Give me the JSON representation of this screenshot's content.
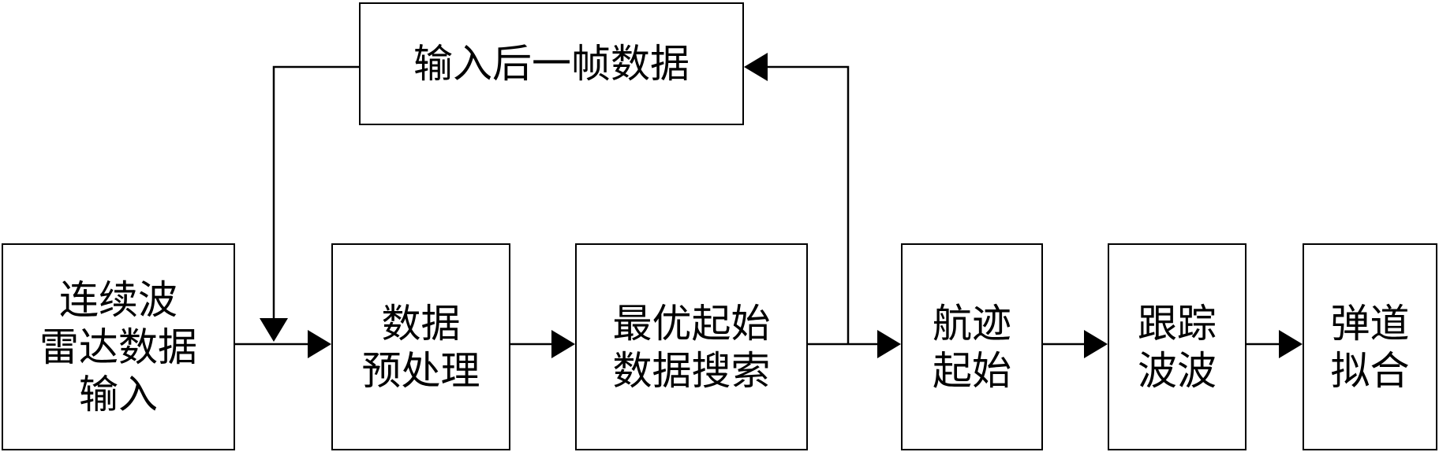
{
  "nodes": {
    "next_frame": "输入后一帧数据",
    "radar_input": "连续波\n雷达数据\n输入",
    "preprocess": "数据\n预处理",
    "search": "最优起始\n数据搜索",
    "track_init": "航迹\n起始",
    "tracking": "跟踪\n波波",
    "trajectory_fit": "弹道\n拟合"
  },
  "edges": [
    {
      "from": "radar_input",
      "to": "preprocess"
    },
    {
      "from": "preprocess",
      "to": "search"
    },
    {
      "from": "search",
      "to": "track_init"
    },
    {
      "from": "search",
      "to": "next_frame"
    },
    {
      "from": "next_frame",
      "to": "preprocess"
    },
    {
      "from": "track_init",
      "to": "tracking"
    },
    {
      "from": "tracking",
      "to": "trajectory_fit"
    }
  ]
}
